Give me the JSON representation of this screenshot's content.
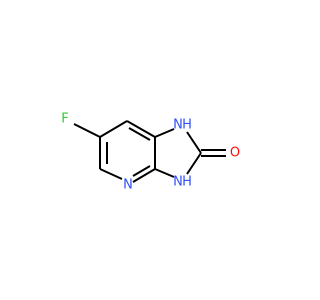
{
  "molecule": {
    "atoms": {
      "fluorine": "F",
      "pyridine_nitrogen": "N",
      "nh_top": "H",
      "n_top": "N",
      "nh_bottom": "H",
      "n_bottom": "N",
      "oxygen": "O"
    },
    "colors": {
      "bond": "#000000",
      "fluorine": "#33cc33",
      "nitrogen": "#3050f8",
      "oxygen": "#ff0d0d"
    }
  }
}
